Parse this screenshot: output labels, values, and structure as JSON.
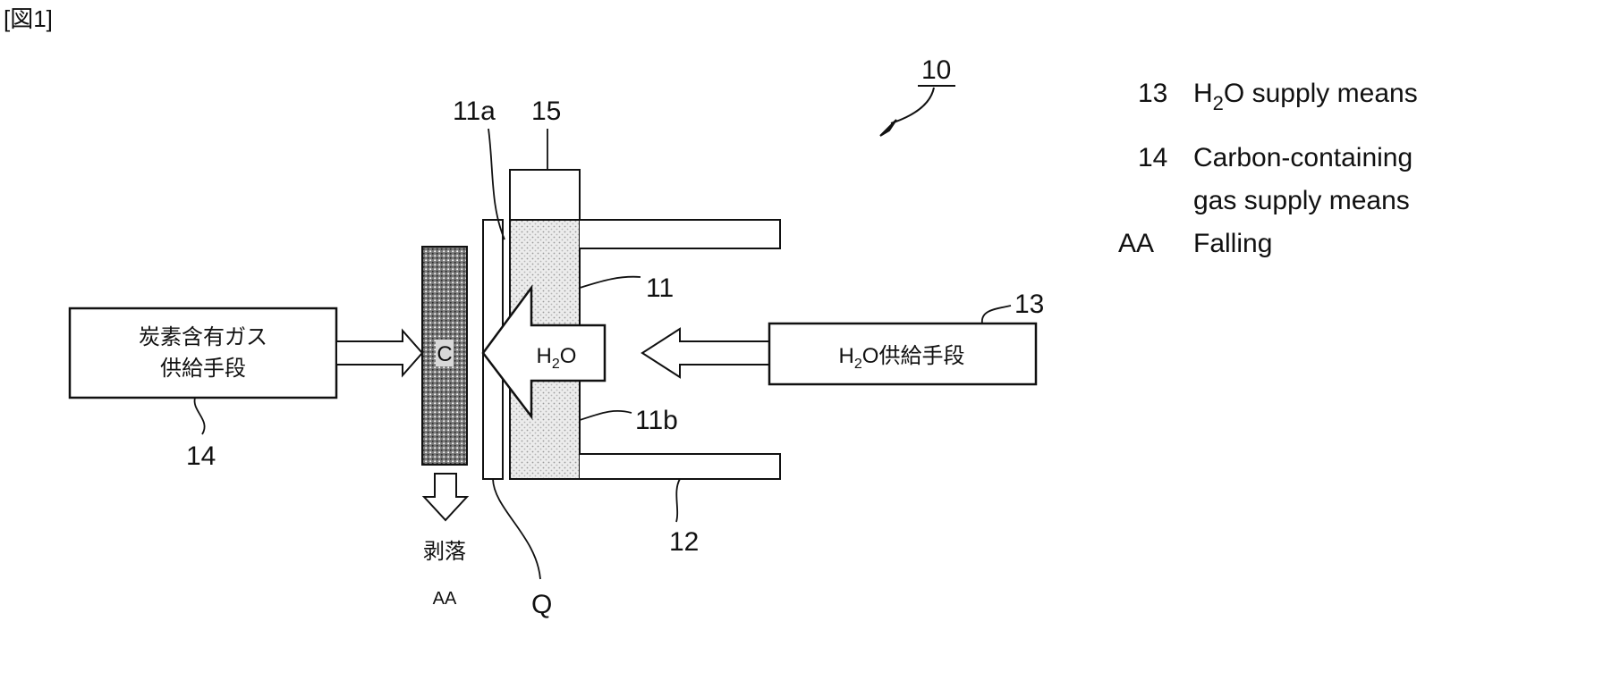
{
  "figure_label": "[図1]",
  "ref_numbers": {
    "r10": "10",
    "r11": "11",
    "r11a": "11a",
    "r11b": "11b",
    "r12": "12",
    "r13": "13",
    "r14": "14",
    "r15": "15",
    "q": "Q",
    "aa": "AA"
  },
  "boxes": {
    "carbon_gas_supply_line1": "炭素含有ガス",
    "carbon_gas_supply_line2": "供給手段",
    "h2o_supply": "H2O供給手段",
    "carbon_layer": "C",
    "h2o_arrow": "H2O",
    "falling": "剥落"
  },
  "legend": {
    "items": [
      {
        "num": "13",
        "text": "H2O supply means"
      },
      {
        "num": "14",
        "text": "Carbon-containing"
      },
      {
        "num": "",
        "text": "gas supply means"
      },
      {
        "num": "AA",
        "text": "Falling"
      }
    ]
  }
}
